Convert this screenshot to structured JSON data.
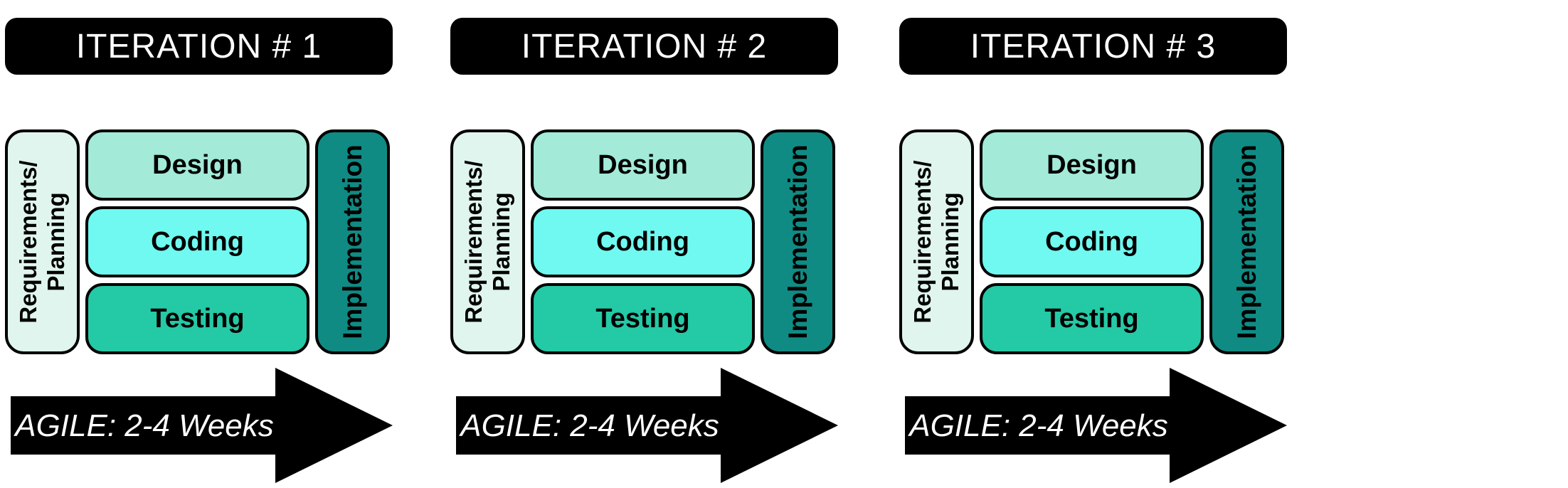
{
  "colors": {
    "background": "#FFFFFF",
    "header_bg": "#000000",
    "header_text": "#FFFFFF",
    "box_border": "#000000",
    "requirements_bg": "#DFF5EE",
    "design_bg": "#A3EAD8",
    "coding_bg": "#6FF9F0",
    "testing_bg": "#24C9A6",
    "implementation_bg": "#0F8B84",
    "phase_text": "#000000",
    "arrow_bg": "#000000",
    "arrow_text": "#FFFFFF"
  },
  "iterations": [
    {
      "title": "ITERATION # 1",
      "requirements": {
        "line1": "Requirements/",
        "line2": "Planning"
      },
      "phases": [
        {
          "label": "Design"
        },
        {
          "label": "Coding"
        },
        {
          "label": "Testing"
        }
      ],
      "implementation_label": "Implementation",
      "arrow_label": "AGILE: 2-4 Weeks"
    },
    {
      "title": "ITERATION # 2",
      "requirements": {
        "line1": "Requirements/",
        "line2": "Planning"
      },
      "phases": [
        {
          "label": "Design"
        },
        {
          "label": "Coding"
        },
        {
          "label": "Testing"
        }
      ],
      "implementation_label": "Implementation",
      "arrow_label": "AGILE: 2-4 Weeks"
    },
    {
      "title": "ITERATION # 3",
      "requirements": {
        "line1": "Requirements/",
        "line2": "Planning"
      },
      "phases": [
        {
          "label": "Design"
        },
        {
          "label": "Coding"
        },
        {
          "label": "Testing"
        }
      ],
      "implementation_label": "Implementation",
      "arrow_label": "AGILE: 2-4 Weeks"
    }
  ]
}
